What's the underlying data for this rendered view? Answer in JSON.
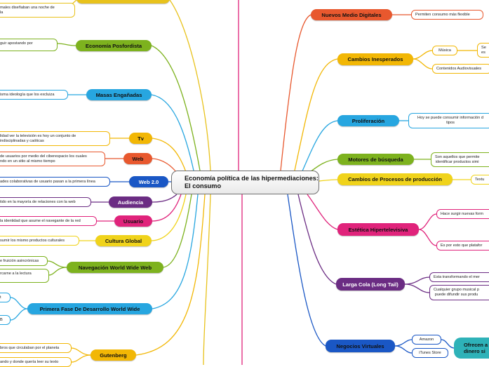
{
  "central": {
    "title": "Economía política de las hipermediaciones: El consumo"
  },
  "left_branches": [
    {
      "id": "top-left",
      "label": "",
      "color": "#e8c21c"
    },
    {
      "id": "economia",
      "label": "Economía Posfordista",
      "color": "#7db21e"
    },
    {
      "id": "masas",
      "label": "Masas Engañadas",
      "color": "#27a6e0"
    },
    {
      "id": "tv",
      "label": "Tv",
      "color": "#f2b705"
    },
    {
      "id": "web",
      "label": "Web",
      "color": "#e8582e"
    },
    {
      "id": "web2",
      "label": "Web 2.0",
      "color": "#1a57c5"
    },
    {
      "id": "audiencia",
      "label": "Audiencia",
      "color": "#6b2c83"
    },
    {
      "id": "usuario",
      "label": "Usuario",
      "color": "#e0237b"
    },
    {
      "id": "cultura",
      "label": "Cultura Global",
      "color": "#f0d31b"
    },
    {
      "id": "navegacion",
      "label": "Navegación World Wide Web",
      "color": "#7db21e"
    },
    {
      "id": "primera",
      "label": "Primera Fase De Desarrollo World Wide",
      "color": "#27a6e0"
    },
    {
      "id": "gutenberg",
      "label": "Gutenberg",
      "color": "#f2b705"
    }
  ],
  "left_leaves": [
    {
      "id": "l1",
      "text": "males diseñaban una noche de\nla"
    },
    {
      "id": "l2",
      "text": "guir apostando por"
    },
    {
      "id": "l3",
      "text": "isma ideología que los excluiza"
    },
    {
      "id": "l4",
      "text": "lidad ver la televisión es hoy un conjunto de\nindisciplinadas y caóticas"
    },
    {
      "id": "l5",
      "text": "de usuarios por medio del ciberespacio los cuales\nndo en un sitio al mismo tiempo"
    },
    {
      "id": "l6",
      "text": "ades colaborativas de usuario pasan a la primera línea"
    },
    {
      "id": "l7",
      "text": "tido en la mayoría de relaciones con la web"
    },
    {
      "id": "l8",
      "text": "la identidad que asume el navegante de la red"
    },
    {
      "id": "l9",
      "text": "sumir los mismo productos culturales"
    },
    {
      "id": "l10",
      "text": "e fruición asincrónicas"
    },
    {
      "id": "l11",
      "text": "rcarne a la lectura"
    },
    {
      "id": "l12",
      "text": "t"
    },
    {
      "id": "l13",
      "text": "B"
    },
    {
      "id": "l14",
      "text": "bros que circulaban por el planeta"
    },
    {
      "id": "l15",
      "text": "ando y donde quería leer su texto"
    }
  ],
  "right_branches": [
    {
      "id": "nuevos",
      "label": "Nuevos Medio Digitales",
      "color": "#e8582e"
    },
    {
      "id": "cambios",
      "label": "Cambios Inesperados",
      "color": "#f2b705"
    },
    {
      "id": "proliferacion",
      "label": "Proliferación",
      "color": "#27a6e0"
    },
    {
      "id": "motores",
      "label": "Motores de búsqueda",
      "color": "#7db21e"
    },
    {
      "id": "procesos",
      "label": "Cambios de Procesos de producción",
      "color": "#f0d31b"
    },
    {
      "id": "estetica",
      "label": "Estética Hipertelevisiva",
      "color": "#e0237b"
    },
    {
      "id": "larga",
      "label": "Larga Cola (Long Tail)",
      "color": "#6b2c83"
    },
    {
      "id": "negocios",
      "label": "Negocios Virtuales",
      "color": "#1a57c5"
    }
  ],
  "right_leaves": [
    {
      "id": "r1",
      "text": "Permiten consumo más flexible"
    },
    {
      "id": "r2",
      "text": "Música"
    },
    {
      "id": "r3",
      "text": "Se\nes"
    },
    {
      "id": "r4",
      "text": "Contenidos Audiovisuales"
    },
    {
      "id": "r5",
      "text": "Hoy se puede consumir información d\ntipos"
    },
    {
      "id": "r6",
      "text": "Son aquellos que permite\nidentificar productos simi"
    },
    {
      "id": "r7",
      "text": "Textu"
    },
    {
      "id": "r8",
      "text": "Hace surgir nuevas form"
    },
    {
      "id": "r9",
      "text": "Es por esto que platafor"
    },
    {
      "id": "r10",
      "text": "Esta transformando el mer"
    },
    {
      "id": "r11",
      "text": "Cualquier grupo musical p\npuede difundir sus produ"
    },
    {
      "id": "r12",
      "text": "Amazon"
    },
    {
      "id": "r13",
      "text": "iTunes Store"
    },
    {
      "id": "r14",
      "text": "Ofrecen a\ndinero si"
    }
  ]
}
